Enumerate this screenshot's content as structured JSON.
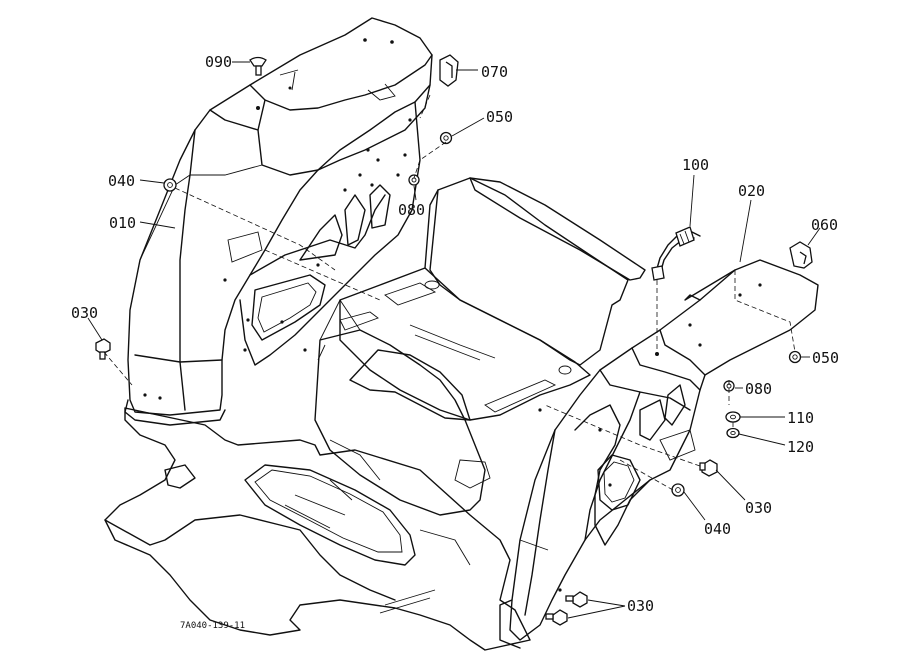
{
  "diagram": {
    "drawing_code": "7A040-139-11",
    "callouts": {
      "c090": "090",
      "c070": "070",
      "c050_left": "050",
      "c040_left": "040",
      "c080_left": "080",
      "c010": "010",
      "c030_left": "030",
      "c100": "100",
      "c020": "020",
      "c060": "060",
      "c050_right": "050",
      "c080_right": "080",
      "c110": "110",
      "c120": "120",
      "c030_mid": "030",
      "c040_right": "040",
      "c030_bottom": "030"
    }
  }
}
